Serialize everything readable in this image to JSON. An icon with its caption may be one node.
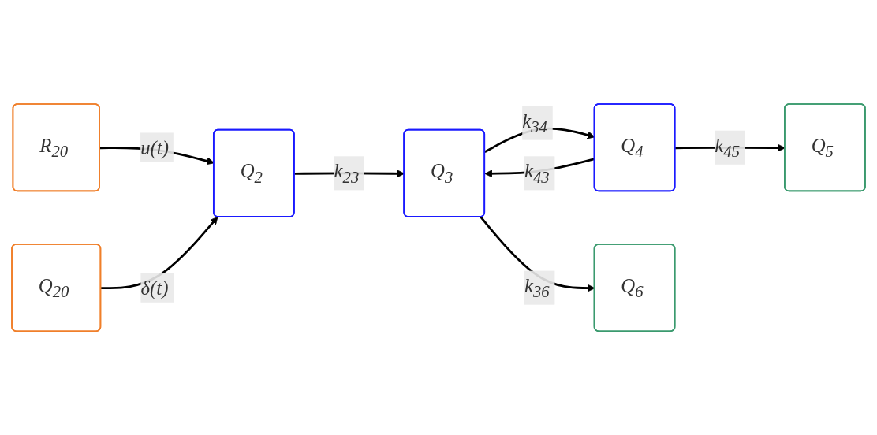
{
  "diagram": {
    "nodes": [
      {
        "text": [
          "Q$_{5}$"
        ]
      },
      {
        "text": [
          "R$_{20}$"
        ]
      },
      {
        "text": [
          "Q$_{4}$"
        ]
      },
      {
        "text": [
          "Q$_{20}$"
        ]
      },
      {
        "text": [
          "Q$_{2}$"
        ]
      },
      {
        "text": [
          "Q$_{3}$"
        ]
      },
      {
        "text": [
          "Q$_{6}$"
        ]
      }
    ],
    "edges": [
      {
        "from": 2,
        "to": 0,
        "arrow": "to",
        "label": "k$_{45}$"
      },
      {
        "from": 1,
        "to": 4,
        "arrow": "to",
        "label": "u(t)"
      },
      {
        "from": 5,
        "to": 2,
        "arrow": "to",
        "label": "k$_{34}$"
      },
      {
        "from": 2,
        "to": 5,
        "arrow": "to",
        "label": "k$_{43}$"
      },
      {
        "from": 3,
        "to": 4,
        "arrow": "to",
        "label": "δ(t)"
      },
      {
        "from": 4,
        "to": 5,
        "arrow": "to",
        "label": "k$_{23}$"
      },
      {
        "from": 5,
        "to": 6,
        "arrow": "to",
        "label": "k$_{36}$"
      }
    ]
  }
}
